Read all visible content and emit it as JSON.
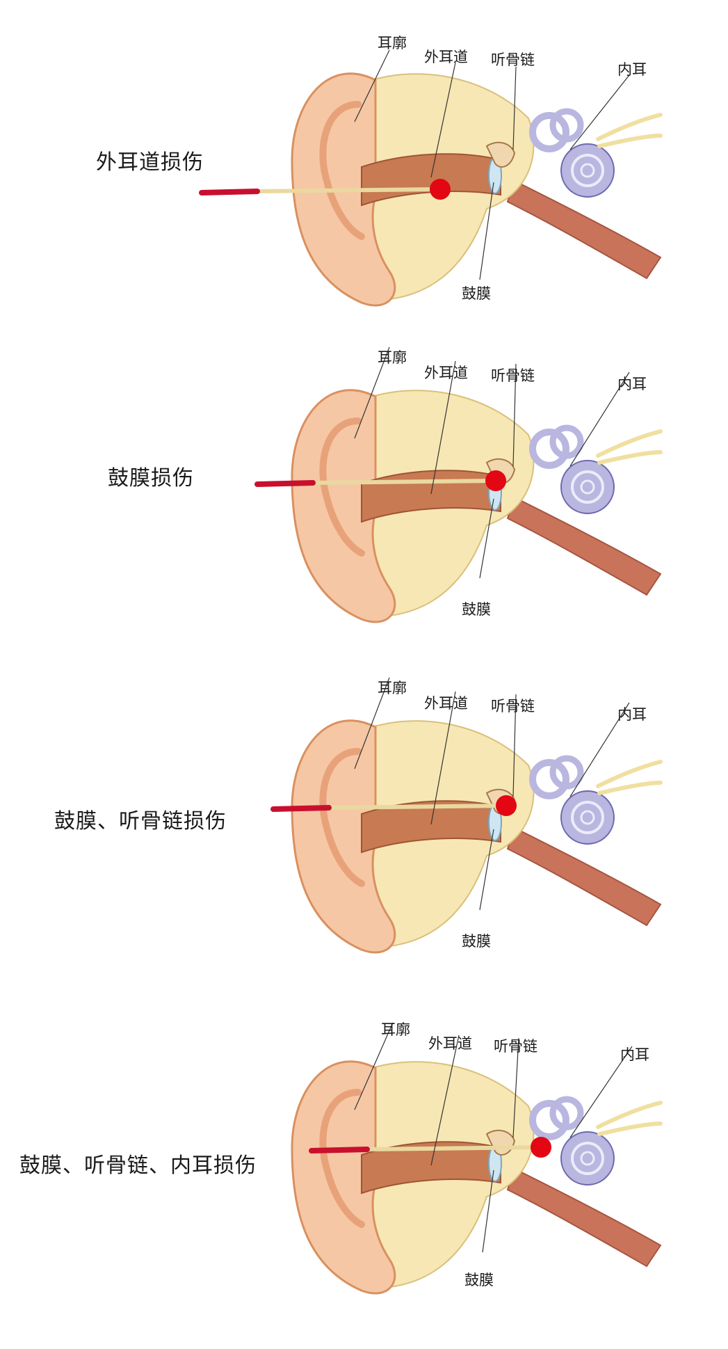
{
  "panels": [
    {
      "title": "外耳道损伤",
      "labels": {
        "pinna": "耳廓",
        "ear_canal": "外耳道",
        "ossicles": "听骨链",
        "inner_ear": "内耳",
        "eardrum": "鼓膜"
      },
      "injury_site": "ear_canal"
    },
    {
      "title": "鼓膜损伤",
      "labels": {
        "pinna": "耳廓",
        "ear_canal": "外耳道",
        "ossicles": "听骨链",
        "inner_ear": "内耳",
        "eardrum": "鼓膜"
      },
      "injury_site": "eardrum"
    },
    {
      "title": "鼓膜、听骨链损伤",
      "labels": {
        "pinna": "耳廓",
        "ear_canal": "外耳道",
        "ossicles": "听骨链",
        "inner_ear": "内耳",
        "eardrum": "鼓膜"
      },
      "injury_site": "ossicles"
    },
    {
      "title": "鼓膜、听骨链、内耳损伤",
      "labels": {
        "pinna": "耳廓",
        "ear_canal": "外耳道",
        "ossicles": "听骨链",
        "inner_ear": "内耳",
        "eardrum": "鼓膜"
      },
      "injury_site": "inner_ear"
    }
  ],
  "colors": {
    "skin": "#f6c7a4",
    "skin_dark": "#e8a27a",
    "canal": "#c87a52",
    "bone": "#f7e7b4",
    "inner_ear": "#b9b6e0",
    "tube": "#c9735a",
    "injury": "#e30613",
    "swab_handle": "#c8102e",
    "swab_stick": "#e9d9a0"
  }
}
